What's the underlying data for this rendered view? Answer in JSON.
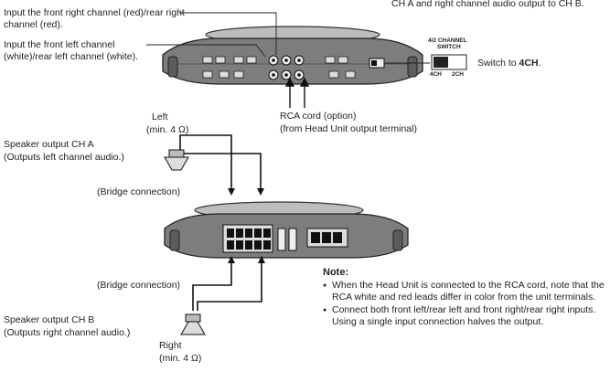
{
  "top_right_clip": "CH A and right channel audio output to CH B.",
  "labels": {
    "front_right_input": "Input the front right channel (red)/rear right channel (red).",
    "front_left_input": "Input the front left channel (white)/rear left channel (white).",
    "switch_title_1": "4/2 CHANNEL",
    "switch_title_2": "SWITCH",
    "switch_4ch": "4CH",
    "switch_2ch": "2CH",
    "switch_to_prefix": "Switch to ",
    "switch_to_value": "4CH",
    "switch_to_suffix": ".",
    "rca_cord_1": "RCA cord (option)",
    "rca_cord_2": "(from Head Unit output terminal)",
    "left": "Left",
    "left_min": "(min. 4 Ω)",
    "speaker_a_1": "Speaker output CH A",
    "speaker_a_2": "(Outputs left channel audio.)",
    "bridge_top": "(Bridge connection)",
    "bridge_bottom": "(Bridge connection)",
    "speaker_b_1": "Speaker output CH B",
    "speaker_b_2": "(Outputs right channel audio.)",
    "right": "Right",
    "right_min": "(min. 4 Ω)"
  },
  "note": {
    "title": "Note:",
    "items": [
      "When the Head Unit is connected to the RCA cord, note that the RCA white and red leads differ in color from the unit terminals.",
      "Connect both front left/rear left and front right/rear right inputs. Using a single input connection halves the output."
    ]
  }
}
